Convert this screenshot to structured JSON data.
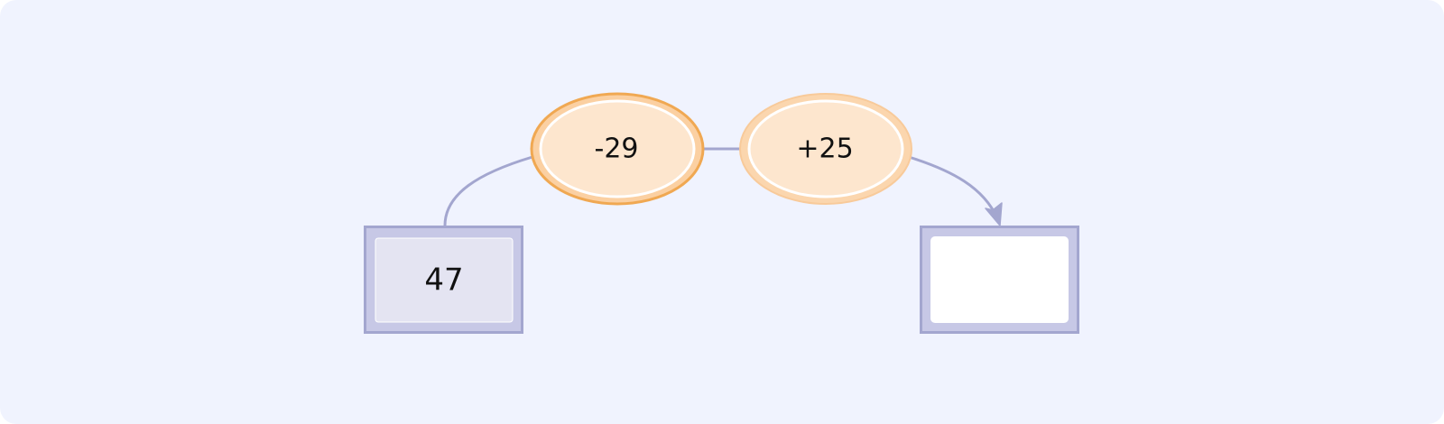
{
  "diagram": {
    "start_value": "47",
    "result_value": "",
    "operations": [
      {
        "label": "-29",
        "active": true
      },
      {
        "label": "+25",
        "active": false
      }
    ],
    "colors": {
      "background": "#f0f3fe",
      "connector": "#a3a6cf",
      "box_frame": "#c7c8e6",
      "box_border": "#a3a6cf",
      "start_inner": "#e4e4f2",
      "result_inner": "#ffffff",
      "oval_fill": "#fde6ce",
      "oval_active_border": "#f0a852",
      "oval_border": "#f8ca9a"
    }
  }
}
